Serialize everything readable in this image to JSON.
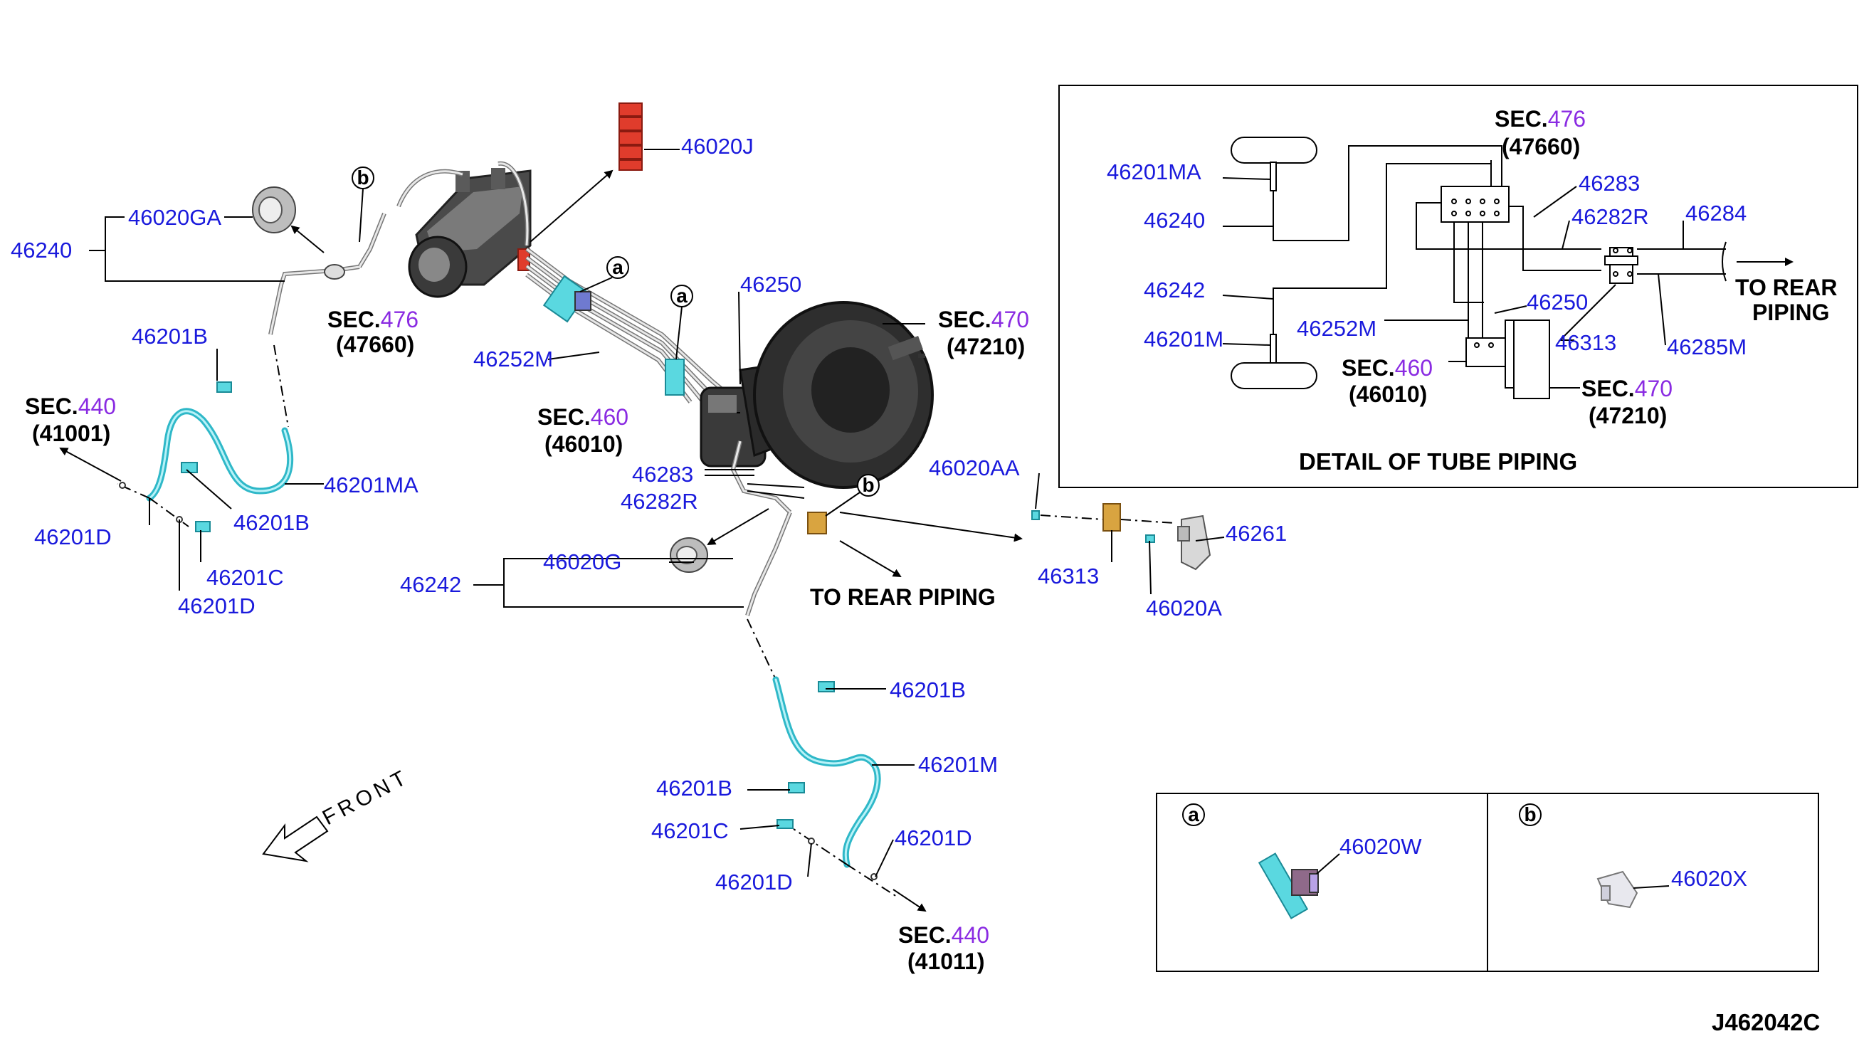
{
  "callouts": {
    "p46020J": "46020J",
    "p46020GA": "46020GA",
    "p46240": "46240",
    "p46201B_1": "46201B",
    "p46201MA": "46201MA",
    "p46201B_2": "46201B",
    "p46201D_1": "46201D",
    "p46201C_1": "46201C",
    "p46201D_2": "46201D",
    "p46252M": "46252M",
    "p46250": "46250",
    "p46283": "46283",
    "p46282R": "46282R",
    "p46020G": "46020G",
    "p46242": "46242",
    "p46020AA": "46020AA",
    "p46261": "46261",
    "p46313": "46313",
    "p46020A": "46020A",
    "p46201B_3": "46201B",
    "p46201M": "46201M",
    "p46201B_4": "46201B",
    "p46201C_2": "46201C",
    "p46201D_3": "46201D",
    "p46201D_4": "46201D"
  },
  "sections": {
    "sec476": {
      "prefix": "SEC.",
      "num": "476",
      "code": "(47660)"
    },
    "sec440a": {
      "prefix": "SEC.",
      "num": "440",
      "code": "(41001)"
    },
    "sec460": {
      "prefix": "SEC.",
      "num": "460",
      "code": "(46010)"
    },
    "sec470": {
      "prefix": "SEC.",
      "num": "470",
      "code": "(47210)"
    },
    "sec440b": {
      "prefix": "SEC.",
      "num": "440",
      "code": "(41011)"
    }
  },
  "markers": {
    "a": "a",
    "b": "b"
  },
  "to_rear_piping": "TO REAR PIPING",
  "front": "FRONT",
  "detail": {
    "title": "DETAIL OF TUBE PIPING",
    "p46201MA": "46201MA",
    "p46240": "46240",
    "p46242": "46242",
    "p46201M": "46201M",
    "p46252M": "46252M",
    "p46283": "46283",
    "p46282R": "46282R",
    "p46284": "46284",
    "p46250": "46250",
    "p46313": "46313",
    "p46285M": "46285M",
    "sec476": {
      "prefix": "SEC.",
      "num": "476",
      "code": "(47660)"
    },
    "sec460": {
      "prefix": "SEC.",
      "num": "460",
      "code": "(46010)"
    },
    "sec470": {
      "prefix": "SEC.",
      "num": "470",
      "code": "(47210)"
    },
    "to_rear_1": "TO REAR",
    "to_rear_2": "PIPING"
  },
  "inset": {
    "a_marker": "a",
    "b_marker": "b",
    "p46020W": "46020W",
    "p46020X": "46020X"
  },
  "diagram_id": "J462042C"
}
